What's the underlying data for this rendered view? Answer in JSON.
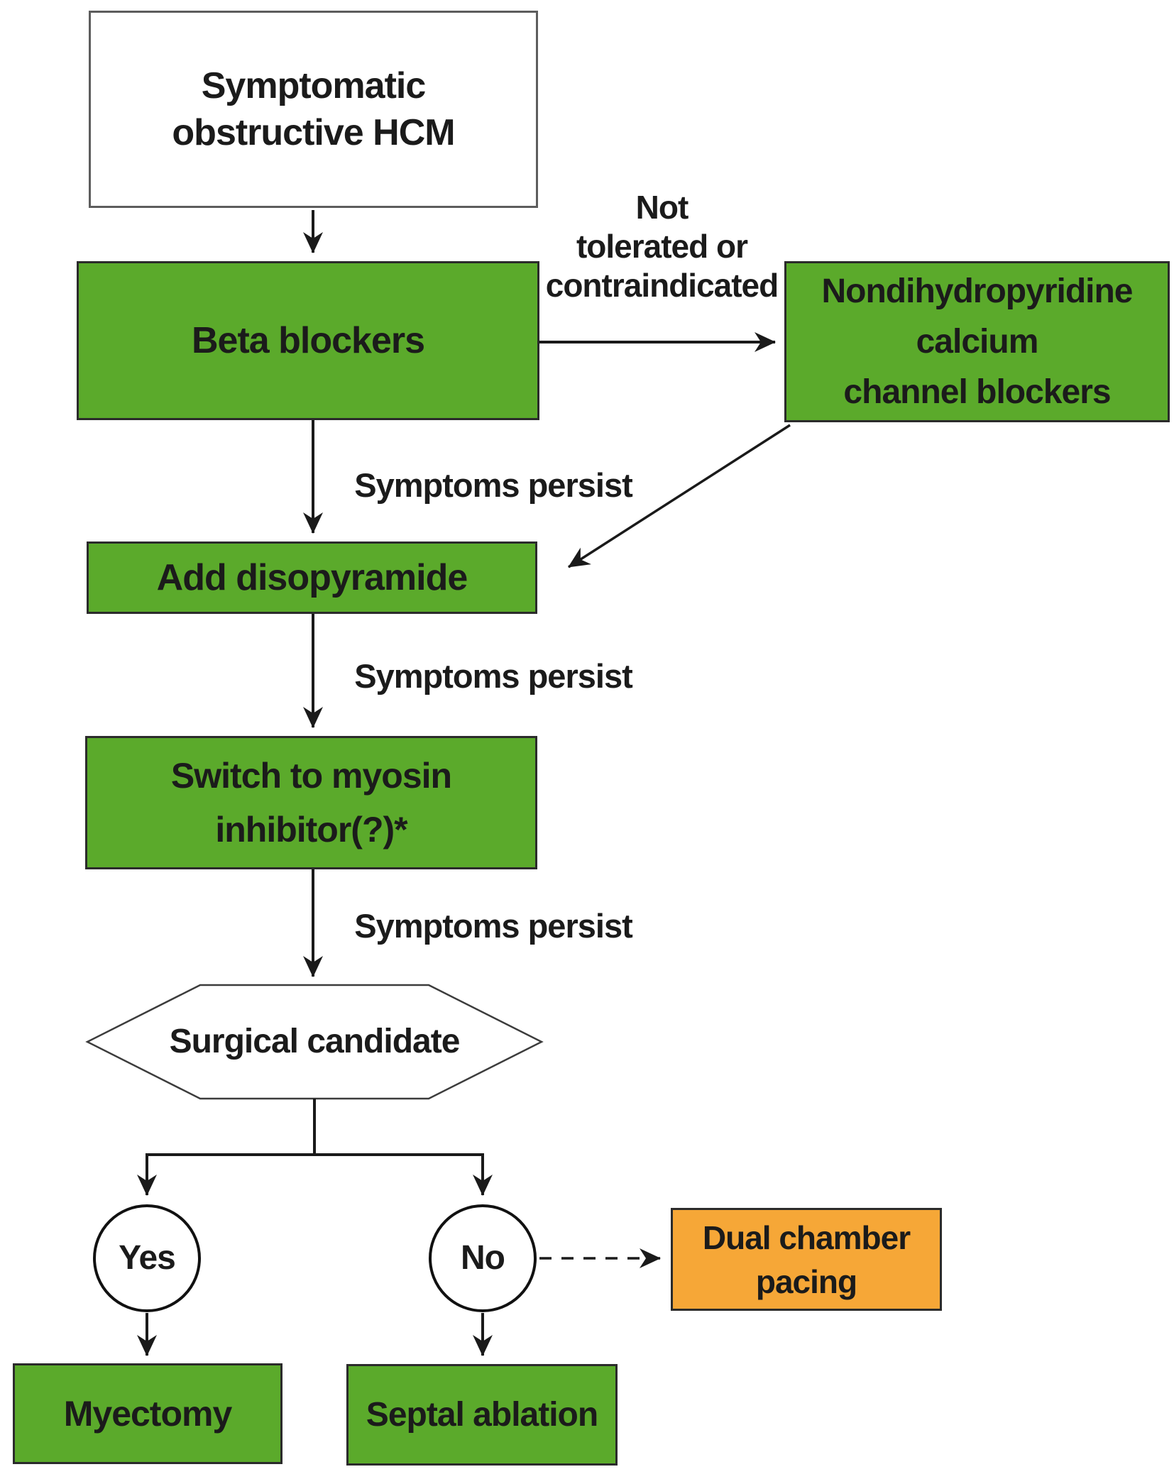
{
  "title": "Symptomatic obstructive HCM treatment flowchart",
  "colors": {
    "node_green": "#5BAA2B",
    "node_orange": "#F6A737",
    "node_white": "#ffffff",
    "border_dark": "#2b2b2b",
    "border_gray": "#5d5d5d",
    "line": "#1a1a1a",
    "text": "#1b1b1b"
  },
  "nodes": {
    "start": {
      "lines": [
        "Symptomatic",
        "obstructive HCM"
      ]
    },
    "beta": {
      "label": "Beta blockers"
    },
    "ndhp": {
      "lines": [
        "Nondihydropyridine",
        "calcium",
        "channel blockers"
      ]
    },
    "disopyramide": {
      "label": "Add disopyramide"
    },
    "myosin": {
      "lines": [
        "Switch to myosin",
        "inhibitor(?)*"
      ]
    },
    "surgical": {
      "label": "Surgical candidate"
    },
    "yes": {
      "label": "Yes"
    },
    "no": {
      "label": "No"
    },
    "myectomy": {
      "label": "Myectomy"
    },
    "septal": {
      "label": "Septal ablation"
    },
    "pacing": {
      "lines": [
        "Dual chamber",
        "pacing"
      ]
    }
  },
  "edge_labels": {
    "not_tolerated": {
      "lines": [
        "Not",
        "tolerated  or",
        "contraindicated"
      ]
    },
    "symptoms_persist_1": "Symptoms persist",
    "symptoms_persist_2": "Symptoms persist",
    "symptoms_persist_3": "Symptoms persist"
  }
}
